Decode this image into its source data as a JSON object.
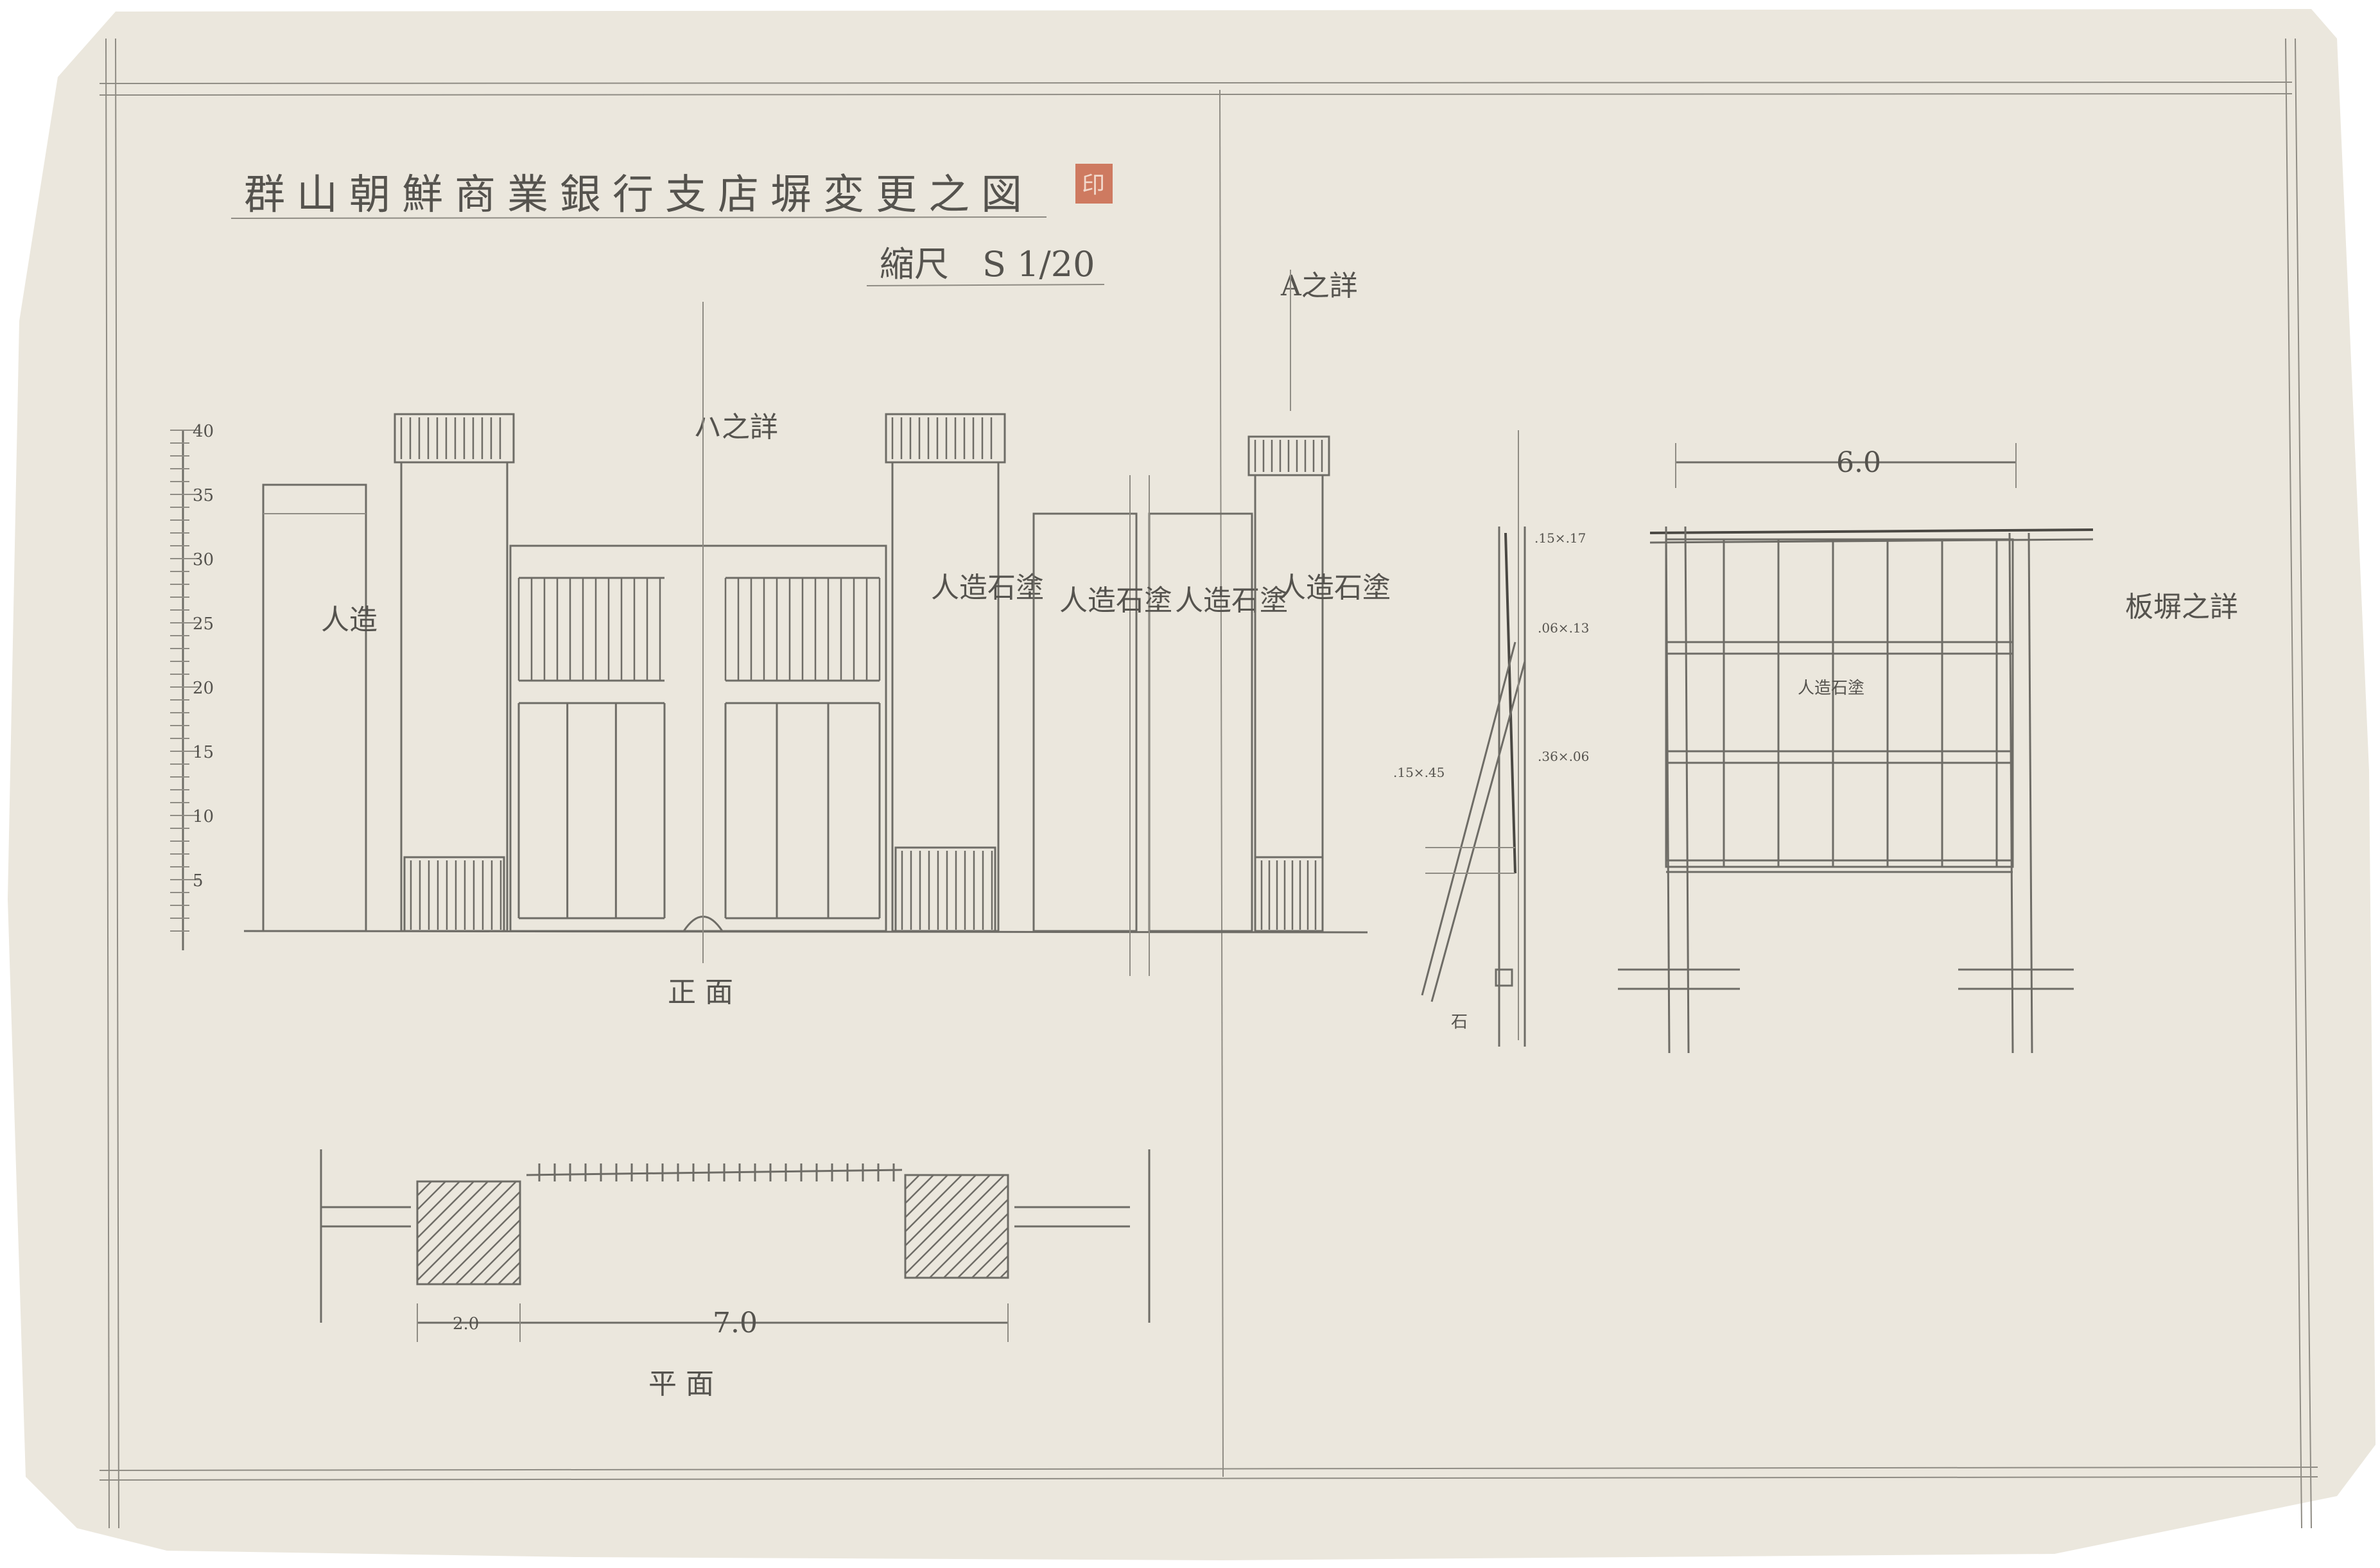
{
  "drawing": {
    "title": "群山朝鮮商業銀行支店塀変更之図",
    "scale_label": "縮尺",
    "scale_value": "S 1/20",
    "seal": "印",
    "colors": {
      "paper": "#ebe7dd",
      "pencil": "#6e6c66",
      "seal": "#c9664a"
    }
  },
  "front_elevation": {
    "caption": "正 面",
    "section_mark_top": "ハ之詳",
    "section_mark_right": "A之詳",
    "wall_notes": [
      "人造",
      "人造石塗",
      "人造石塗",
      "人造石塗",
      "人造石塗"
    ],
    "ruler_ticks": [
      "40",
      "35",
      "30",
      "25",
      "20",
      "15",
      "10",
      "5"
    ]
  },
  "side_section": {
    "dims": [
      ".15×.17",
      ".06×.13",
      ".36×.06",
      ".15×.45"
    ],
    "foot_note": "石"
  },
  "board_fence": {
    "span": "6.0",
    "caption": "板塀之詳",
    "note": "人造石塗"
  },
  "plan": {
    "caption": "平 面",
    "dim_left": "2.0",
    "dim_main": "7.0"
  }
}
